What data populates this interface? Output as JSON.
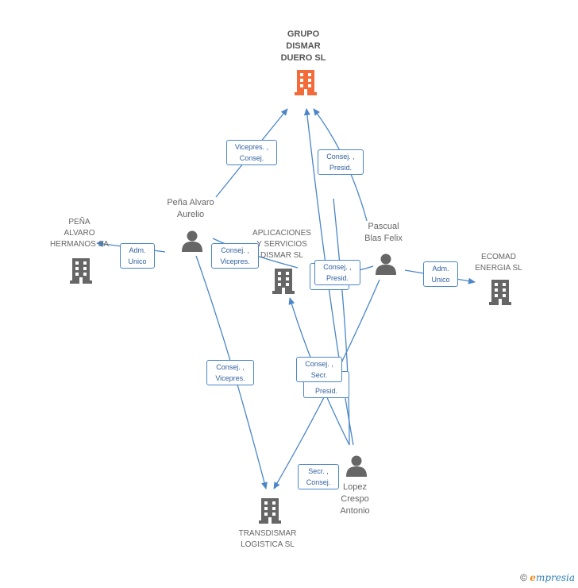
{
  "nodes": {
    "grupo": {
      "label": "GRUPO\nDISMAR\nDUERO SL",
      "color": "#f26b38",
      "icon": "building-icon"
    },
    "pena_person": {
      "label": "Peña Alvaro\nAurelio",
      "icon": "person-icon"
    },
    "pena_company": {
      "label": "PEÑA\nALVARO\nHERMANOS SA",
      "icon": "building-icon"
    },
    "aplicaciones": {
      "label": "APLICACIONES\nY SERVICIOS\nDISMAR SL",
      "icon": "building-icon"
    },
    "pascual": {
      "label": "Pascual\nBlas Felix",
      "icon": "person-icon"
    },
    "ecomad": {
      "label": "ECOMAD\nENERGIA SL",
      "icon": "building-icon"
    },
    "transdismar": {
      "label": "TRANSDISMAR\nLOGISTICA SL",
      "icon": "building-icon"
    },
    "lopez": {
      "label": "Lopez\nCrespo\nAntonio",
      "icon": "person-icon"
    }
  },
  "edge_labels": {
    "vicepres_consej": "Vicepres. ,\nConsej.",
    "consej_presid_top": "Consej. ,\nPresid.",
    "adm_unico_left": "Adm.\nUnico",
    "consej_vicepres_mid": "Consej. ,\nVicepres.",
    "consej_presid_mid": "Consej. ,\nPresid.",
    "adm_unico_right": "Adm.\nUnico",
    "consej_vicepres_low": "Consej. ,\nVicepres.",
    "presid_low": "Presid.",
    "consej_secr": "Consej. ,\nSecr.",
    "secr_consej": "Secr. ,\nConsej."
  },
  "colors": {
    "line": "#4a86c8",
    "node": "#666666",
    "main": "#f26b38"
  },
  "footer": {
    "copyright": "©",
    "brand_e": "e",
    "brand_rest": "mpresia"
  }
}
